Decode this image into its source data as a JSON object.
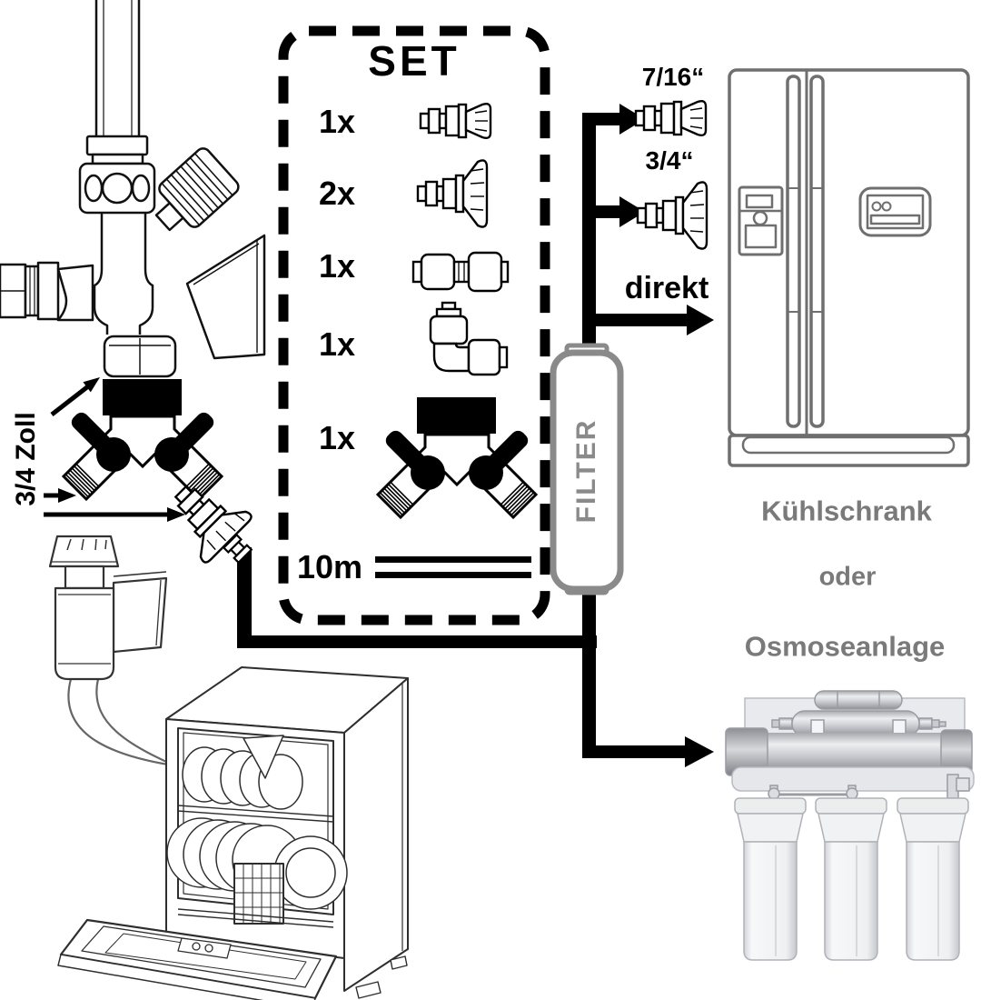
{
  "set_box": {
    "title": "SET",
    "items": [
      {
        "count": "1x",
        "item": "faucet-adapter-small"
      },
      {
        "count": "2x",
        "item": "faucet-adapter-large"
      },
      {
        "count": "1x",
        "item": "straight-quick-connector"
      },
      {
        "count": "1x",
        "item": "elbow-quick-connector"
      },
      {
        "count": "1x",
        "item": "two-way-splitter-valve"
      },
      {
        "count": "10m",
        "item": "tubing"
      }
    ]
  },
  "branches": {
    "top": "7/16“",
    "middle": "3/4“",
    "direct": "direkt"
  },
  "filter": {
    "label": "FILTER"
  },
  "tap": {
    "label": "3/4 Zoll"
  },
  "destinations": {
    "fridge": "Kühlschrank",
    "conjunction": "oder",
    "osmosis": "Osmoseanlage"
  },
  "colors": {
    "line_black": "#000000",
    "filter_gray": "#8a8a8a",
    "label_gray": "#7a7a7a",
    "fridge_gray": "#6f6f6f"
  }
}
